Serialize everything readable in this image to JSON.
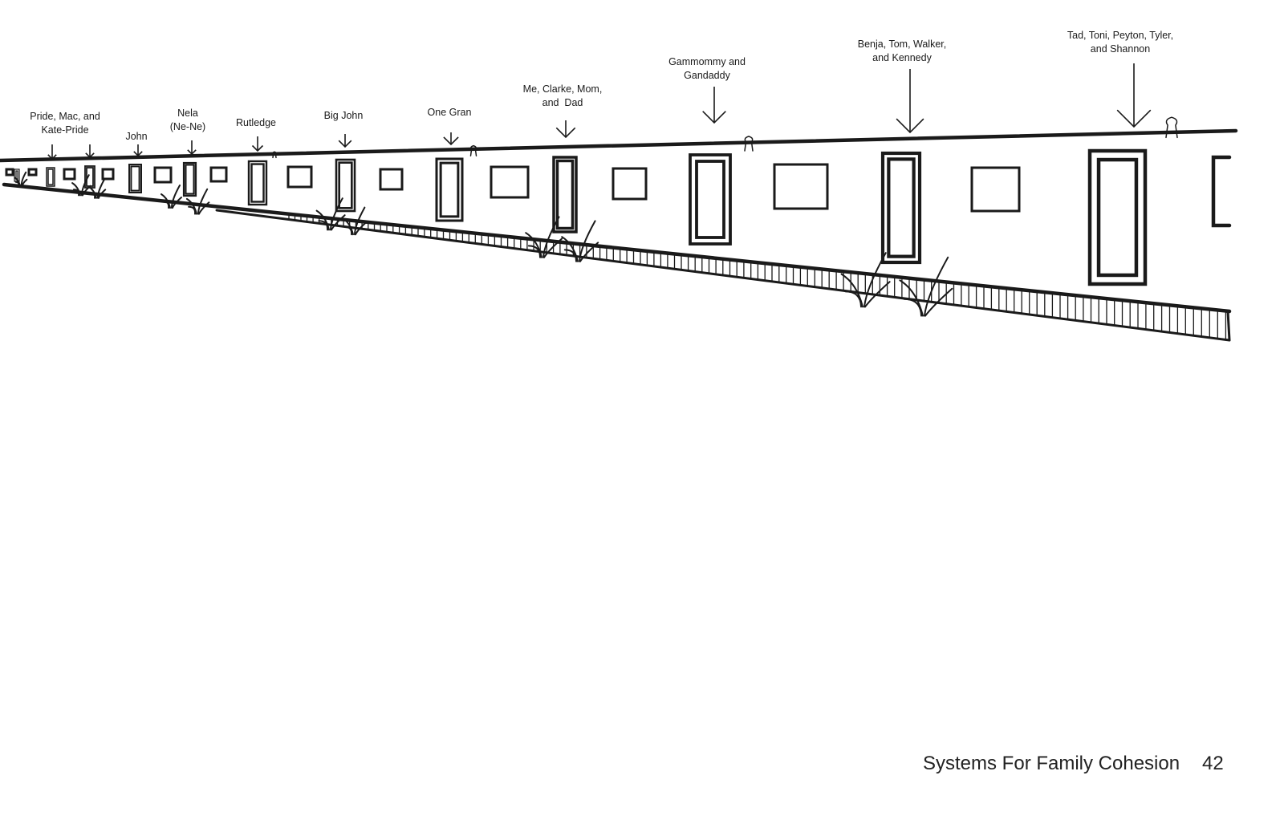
{
  "labels": {
    "pride": "Pride, Mac, and\nKate-Pride",
    "john": "John",
    "nela": "Nela\n(Ne-Ne)",
    "rutledge": "Rutledge",
    "big_john": "Big John",
    "one_gran": "One Gran",
    "me": "Me, Clarke, Mom,\nand  Dad",
    "gammommy": "Gammommy and\nGandaddy",
    "benja": "Benja, Tom, Walker,\nand Kennedy",
    "tad": "Tad, Toni, Peyton, Tyler,\nand Shannon"
  },
  "footer": {
    "title": "Systems For Family Cohesion",
    "page_number": "42"
  },
  "colors": {
    "ink": "#1a1a1a",
    "background": "#ffffff"
  }
}
